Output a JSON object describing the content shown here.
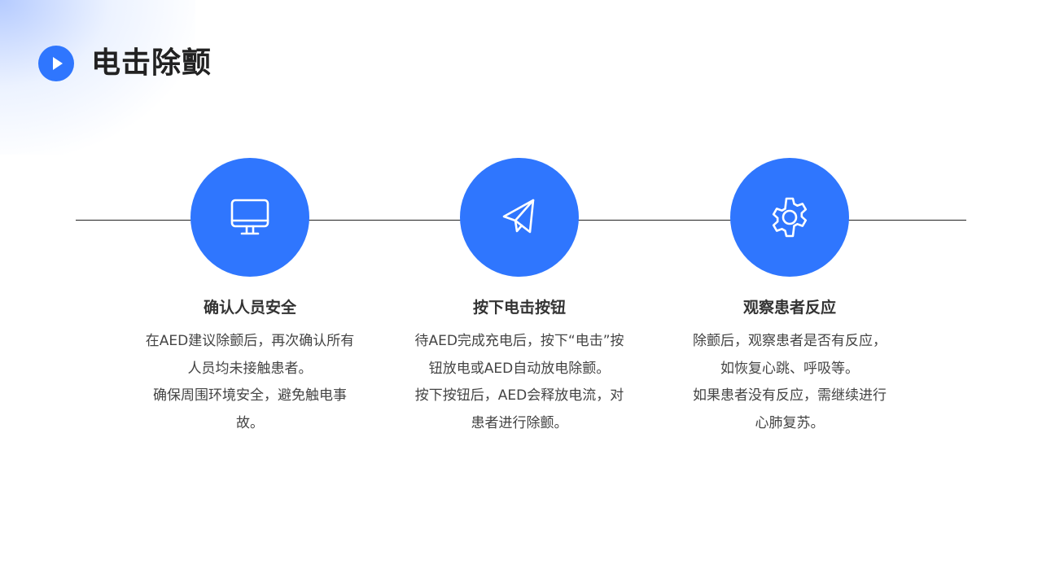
{
  "header": {
    "title": "电击除颤",
    "icon": "play-icon"
  },
  "colors": {
    "accent": "#2f76fe",
    "text": "#333333"
  },
  "steps": [
    {
      "icon": "monitor-icon",
      "title": "确认人员安全",
      "lines": [
        "在AED建议除颤后，再次确认所有",
        "人员均未接触患者。",
        "确保周围环境安全，避免触电事",
        "故。"
      ]
    },
    {
      "icon": "paper-plane-icon",
      "title": "按下电击按钮",
      "lines": [
        "待AED完成充电后，按下“电击”按",
        "钮放电或AED自动放电除颤。",
        "按下按钮后，AED会释放电流，对",
        "患者进行除颤。"
      ]
    },
    {
      "icon": "gear-icon",
      "title": "观察患者反应",
      "lines": [
        "除颤后，观察患者是否有反应，",
        "如恢复心跳、呼吸等。",
        "如果患者没有反应，需继续进行",
        "心肺复苏。"
      ]
    }
  ]
}
